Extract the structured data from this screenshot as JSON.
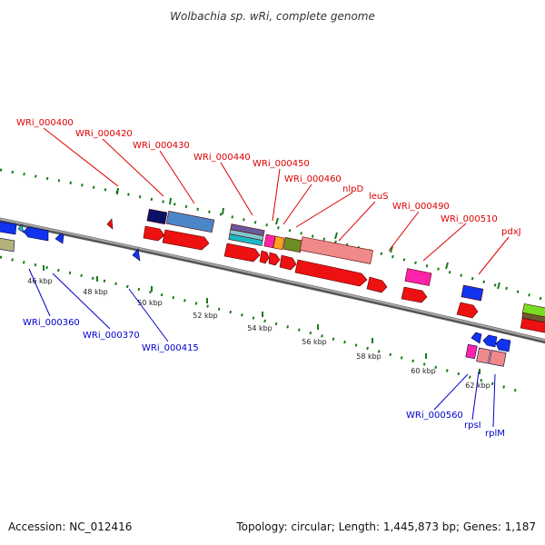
{
  "title": "Wolbachia sp. wRi, complete genome",
  "footer": {
    "accession": "Accession: NC_012416",
    "topology": "Topology: circular; Length: 1,445,873 bp; Genes: 1,187"
  },
  "colors": {
    "forward_label": "#dd0000",
    "reverse_label": "#0000cc",
    "backbone": "#808080",
    "tick": "#1a7a1a"
  },
  "forward_labels": [
    "WRi_000400",
    "WRi_000420",
    "WRi_000430",
    "WRi_000440",
    "WRi_000450",
    "WRi_000460",
    "nlpD",
    "leuS",
    "WRi_000490",
    "WRi_000510",
    "pdxJ"
  ],
  "reverse_labels": [
    "WRi_000360",
    "WRi_000370",
    "WRi_000415",
    "WRi_000560",
    "rpsI",
    "rplM"
  ],
  "scale_labels": [
    "46 kbp",
    "48 kbp",
    "50 kbp",
    "52 kbp",
    "54 kbp",
    "56 kbp",
    "58 kbp",
    "60 kbp",
    "62 kbp"
  ]
}
